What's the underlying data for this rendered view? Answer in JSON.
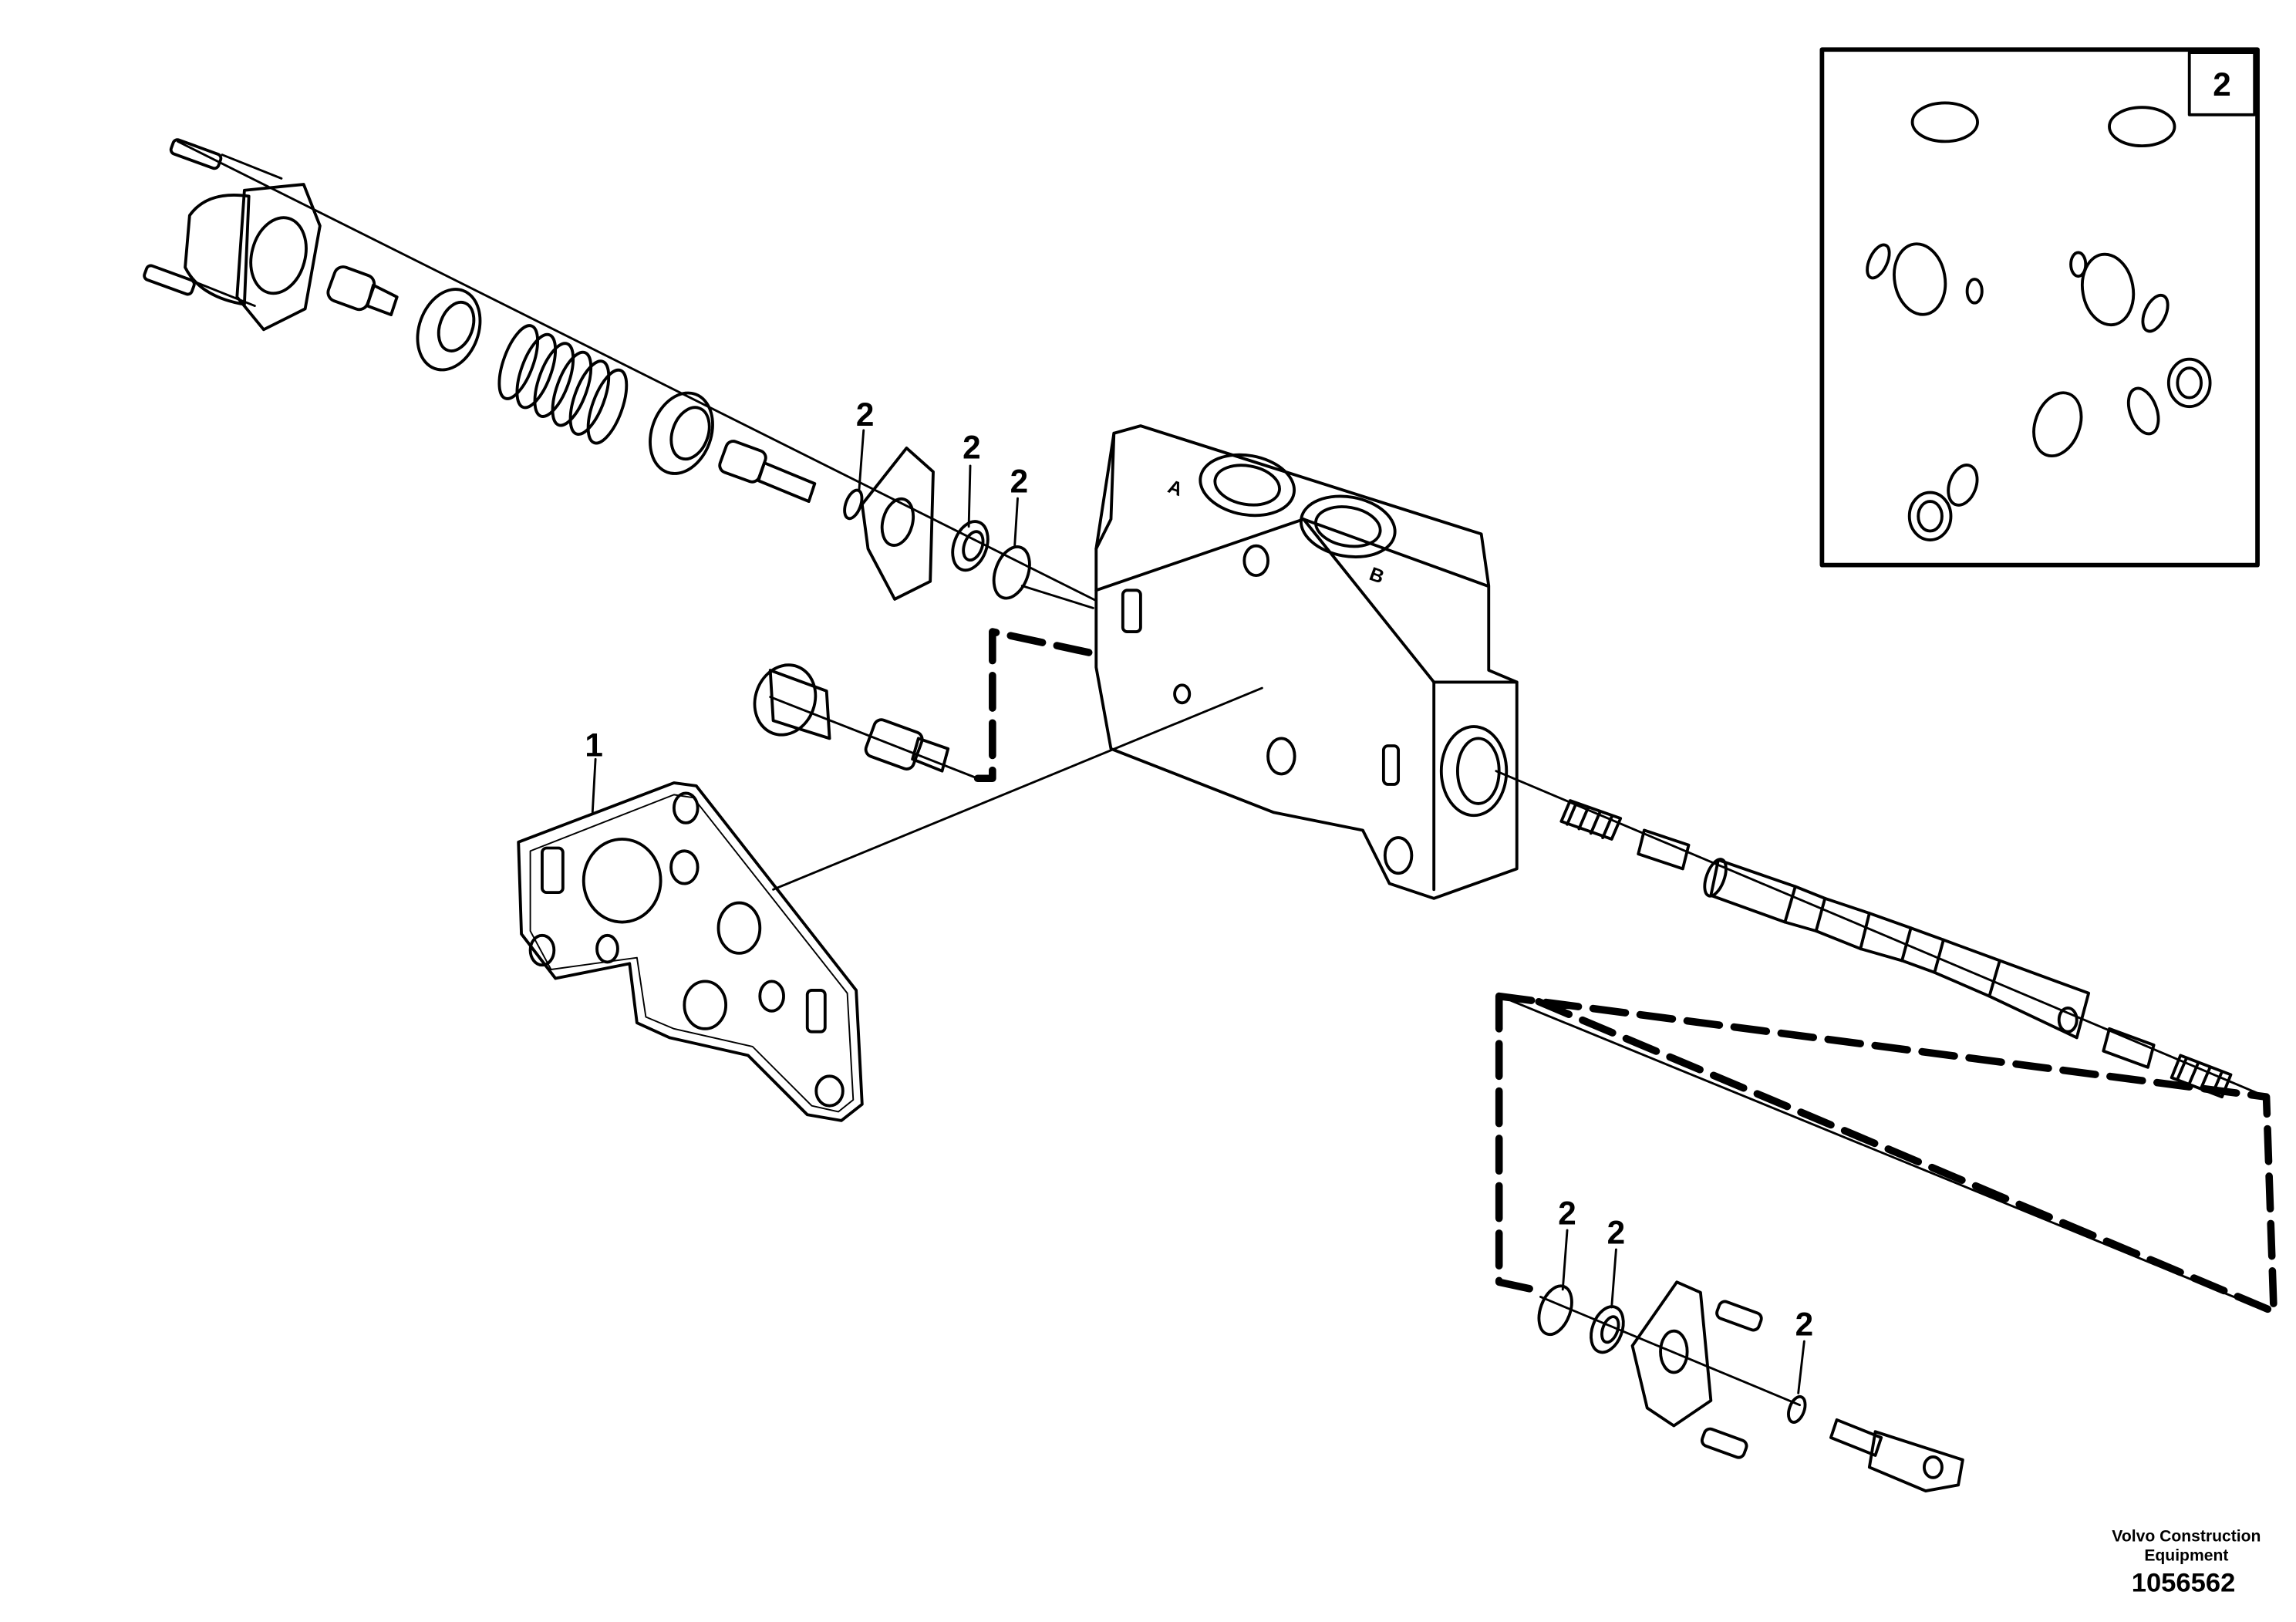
{
  "callouts": {
    "gasket": "1",
    "seal": "2"
  },
  "inset": {
    "label": "2"
  },
  "ports": {
    "a": "A",
    "b": "B"
  },
  "footer": {
    "company_line1": "Volvo Construction",
    "company_line2": "Equipment",
    "drawing_number": "1056562"
  }
}
